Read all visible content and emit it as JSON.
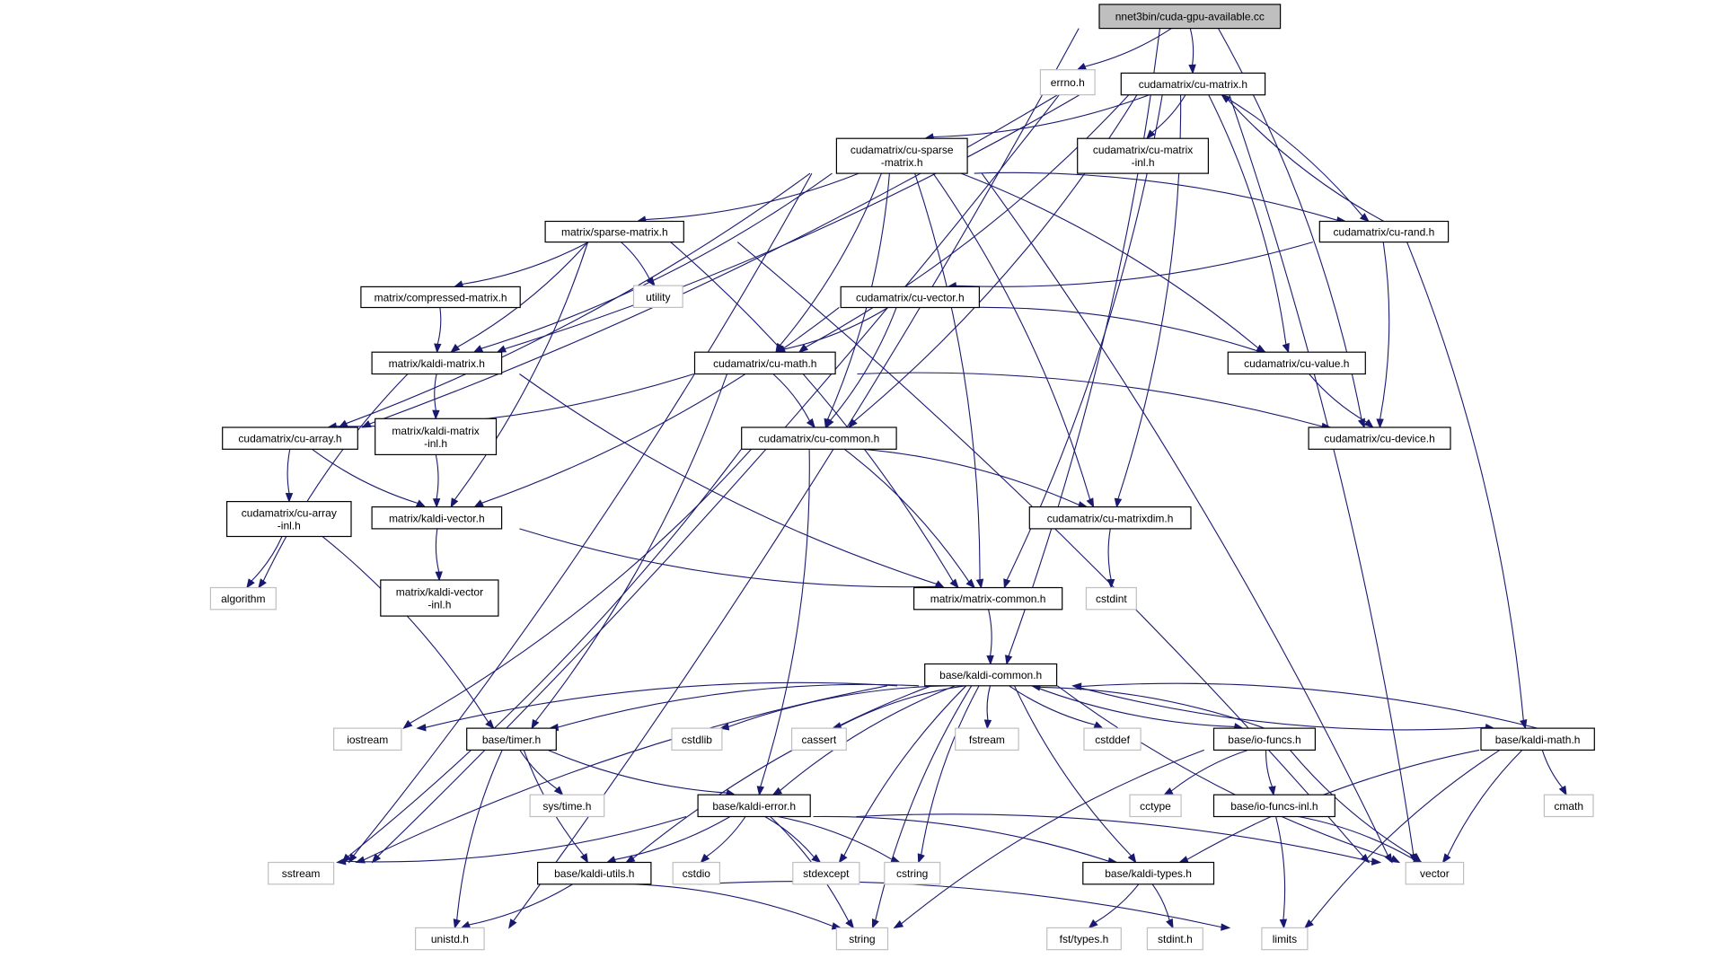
{
  "colors": {
    "edge": "#191970",
    "root_fill": "#bfbfbf",
    "node_border": "#000000",
    "system_border": "#bfbfbf",
    "background": "#ffffff",
    "text": "#000000"
  },
  "graph": {
    "root": "nnet3bin/cuda-gpu-available.cc",
    "nodes": [
      {
        "id": "root",
        "lines": [
          "nnet3bin/cuda-gpu-available.cc"
        ],
        "kind": "root"
      },
      {
        "id": "errno",
        "lines": [
          "errno.h"
        ],
        "kind": "system"
      },
      {
        "id": "cumatrix",
        "lines": [
          "cudamatrix/cu-matrix.h"
        ],
        "kind": "file"
      },
      {
        "id": "cusparse",
        "lines": [
          "cudamatrix/cu-sparse",
          "-matrix.h"
        ],
        "kind": "file"
      },
      {
        "id": "cumatrixinl",
        "lines": [
          "cudamatrix/cu-matrix",
          "-inl.h"
        ],
        "kind": "file"
      },
      {
        "id": "sparsematrix",
        "lines": [
          "matrix/sparse-matrix.h"
        ],
        "kind": "file"
      },
      {
        "id": "utility",
        "lines": [
          "utility"
        ],
        "kind": "system"
      },
      {
        "id": "curand",
        "lines": [
          "cudamatrix/cu-rand.h"
        ],
        "kind": "file"
      },
      {
        "id": "compressed",
        "lines": [
          "matrix/compressed-matrix.h"
        ],
        "kind": "file"
      },
      {
        "id": "cuvector",
        "lines": [
          "cudamatrix/cu-vector.h"
        ],
        "kind": "file"
      },
      {
        "id": "kaldimatrix",
        "lines": [
          "matrix/kaldi-matrix.h"
        ],
        "kind": "file"
      },
      {
        "id": "cumath",
        "lines": [
          "cudamatrix/cu-math.h"
        ],
        "kind": "file"
      },
      {
        "id": "cuvalue",
        "lines": [
          "cudamatrix/cu-value.h"
        ],
        "kind": "file"
      },
      {
        "id": "cuarray",
        "lines": [
          "cudamatrix/cu-array.h"
        ],
        "kind": "file"
      },
      {
        "id": "kaldimatrixinl",
        "lines": [
          "matrix/kaldi-matrix",
          "-inl.h"
        ],
        "kind": "file"
      },
      {
        "id": "cucommon",
        "lines": [
          "cudamatrix/cu-common.h"
        ],
        "kind": "file"
      },
      {
        "id": "cudevice",
        "lines": [
          "cudamatrix/cu-device.h"
        ],
        "kind": "file"
      },
      {
        "id": "cuarrayinl",
        "lines": [
          "cudamatrix/cu-array",
          "-inl.h"
        ],
        "kind": "file"
      },
      {
        "id": "kaldivector",
        "lines": [
          "matrix/kaldi-vector.h"
        ],
        "kind": "file"
      },
      {
        "id": "cumatrixdim",
        "lines": [
          "cudamatrix/cu-matrixdim.h"
        ],
        "kind": "file"
      },
      {
        "id": "algorithm",
        "lines": [
          "algorithm"
        ],
        "kind": "system"
      },
      {
        "id": "kaldivectorinl",
        "lines": [
          "matrix/kaldi-vector",
          "-inl.h"
        ],
        "kind": "file"
      },
      {
        "id": "matrixcommon",
        "lines": [
          "matrix/matrix-common.h"
        ],
        "kind": "file"
      },
      {
        "id": "cstdint",
        "lines": [
          "cstdint"
        ],
        "kind": "system"
      },
      {
        "id": "kaldicommon",
        "lines": [
          "base/kaldi-common.h"
        ],
        "kind": "file"
      },
      {
        "id": "iostream",
        "lines": [
          "iostream"
        ],
        "kind": "system"
      },
      {
        "id": "timer",
        "lines": [
          "base/timer.h"
        ],
        "kind": "file"
      },
      {
        "id": "cstdlib",
        "lines": [
          "cstdlib"
        ],
        "kind": "system"
      },
      {
        "id": "cassert",
        "lines": [
          "cassert"
        ],
        "kind": "system"
      },
      {
        "id": "fstream",
        "lines": [
          "fstream"
        ],
        "kind": "system"
      },
      {
        "id": "cstddef",
        "lines": [
          "cstddef"
        ],
        "kind": "system"
      },
      {
        "id": "iofuncs",
        "lines": [
          "base/io-funcs.h"
        ],
        "kind": "file"
      },
      {
        "id": "kaldimath",
        "lines": [
          "base/kaldi-math.h"
        ],
        "kind": "file"
      },
      {
        "id": "cctype",
        "lines": [
          "cctype"
        ],
        "kind": "system"
      },
      {
        "id": "cmath",
        "lines": [
          "cmath"
        ],
        "kind": "system"
      },
      {
        "id": "systime",
        "lines": [
          "sys/time.h"
        ],
        "kind": "system"
      },
      {
        "id": "kaldierror",
        "lines": [
          "base/kaldi-error.h"
        ],
        "kind": "file"
      },
      {
        "id": "iofuncsinl",
        "lines": [
          "base/io-funcs-inl.h"
        ],
        "kind": "file"
      },
      {
        "id": "sstream",
        "lines": [
          "sstream"
        ],
        "kind": "system"
      },
      {
        "id": "kaldiutils",
        "lines": [
          "base/kaldi-utils.h"
        ],
        "kind": "file"
      },
      {
        "id": "cstdio",
        "lines": [
          "cstdio"
        ],
        "kind": "system"
      },
      {
        "id": "stdexcept",
        "lines": [
          "stdexcept"
        ],
        "kind": "system"
      },
      {
        "id": "cstring",
        "lines": [
          "cstring"
        ],
        "kind": "system"
      },
      {
        "id": "kalditypes",
        "lines": [
          "base/kaldi-types.h"
        ],
        "kind": "file"
      },
      {
        "id": "vector",
        "lines": [
          "vector"
        ],
        "kind": "system"
      },
      {
        "id": "unistd",
        "lines": [
          "unistd.h"
        ],
        "kind": "system"
      },
      {
        "id": "string",
        "lines": [
          "string"
        ],
        "kind": "system"
      },
      {
        "id": "limits",
        "lines": [
          "limits"
        ],
        "kind": "system"
      },
      {
        "id": "fsttypes",
        "lines": [
          "fst/types.h"
        ],
        "kind": "system"
      },
      {
        "id": "stdint",
        "lines": [
          "stdint.h"
        ],
        "kind": "system"
      }
    ],
    "edges": [
      [
        "root",
        "errno"
      ],
      [
        "root",
        "cumatrix"
      ],
      [
        "root",
        "cudevice"
      ],
      [
        "root",
        "kaldicommon"
      ],
      [
        "root",
        "unistd"
      ],
      [
        "cumatrix",
        "cusparse"
      ],
      [
        "cumatrix",
        "cumatrixinl"
      ],
      [
        "cumatrix",
        "curand"
      ],
      [
        "cumatrix",
        "cuvalue"
      ],
      [
        "cumatrix",
        "cumatrixdim"
      ],
      [
        "cumatrix",
        "cucommon"
      ],
      [
        "cumatrix",
        "cumath"
      ],
      [
        "cumatrix",
        "kaldimatrix"
      ],
      [
        "cumatrix",
        "cuarray"
      ],
      [
        "cumatrix",
        "sstream"
      ],
      [
        "cumatrix",
        "vector"
      ],
      [
        "cumatrix",
        "matrixcommon"
      ],
      [
        "cusparse",
        "sparsematrix"
      ],
      [
        "cusparse",
        "curand"
      ],
      [
        "cusparse",
        "cuvalue"
      ],
      [
        "cusparse",
        "cumath"
      ],
      [
        "cusparse",
        "cucommon"
      ],
      [
        "cusparse",
        "cumatrixdim"
      ],
      [
        "cusparse",
        "matrixcommon"
      ],
      [
        "cusparse",
        "kaldimatrix"
      ],
      [
        "cusparse",
        "cuarray"
      ],
      [
        "cusparse",
        "sstream"
      ],
      [
        "cusparse",
        "vector"
      ],
      [
        "sparsematrix",
        "compressed"
      ],
      [
        "sparsematrix",
        "utility"
      ],
      [
        "sparsematrix",
        "kaldimatrix"
      ],
      [
        "sparsematrix",
        "kaldivector"
      ],
      [
        "sparsematrix",
        "matrixcommon"
      ],
      [
        "sparsematrix",
        "vector"
      ],
      [
        "curand",
        "cumatrix"
      ],
      [
        "curand",
        "cuvector"
      ],
      [
        "curand",
        "cudevice"
      ],
      [
        "curand",
        "kaldimath"
      ],
      [
        "compressed",
        "kaldimatrix"
      ],
      [
        "cuvector",
        "cumath"
      ],
      [
        "cuvector",
        "cucommon"
      ],
      [
        "cuvector",
        "cuvalue"
      ],
      [
        "cuvector",
        "kaldivector"
      ],
      [
        "kaldimatrix",
        "kaldimatrixinl"
      ],
      [
        "kaldimatrix",
        "matrixcommon"
      ],
      [
        "kaldimatrix",
        "algorithm"
      ],
      [
        "cumath",
        "cucommon"
      ],
      [
        "cumath",
        "cuarray"
      ],
      [
        "cumath",
        "cudevice"
      ],
      [
        "cumath",
        "timer"
      ],
      [
        "cuvalue",
        "cudevice"
      ],
      [
        "cuarray",
        "cuarrayinl"
      ],
      [
        "cuarray",
        "kaldivector"
      ],
      [
        "kaldimatrixinl",
        "kaldivector"
      ],
      [
        "cucommon",
        "cumatrixdim"
      ],
      [
        "cucommon",
        "matrixcommon"
      ],
      [
        "cucommon",
        "iostream"
      ],
      [
        "cucommon",
        "sstream"
      ],
      [
        "cucommon",
        "kaldierror"
      ],
      [
        "cuarrayinl",
        "algorithm"
      ],
      [
        "cuarrayinl",
        "timer"
      ],
      [
        "kaldivector",
        "kaldivectorinl"
      ],
      [
        "kaldivector",
        "matrixcommon"
      ],
      [
        "cumatrixdim",
        "cstdint"
      ],
      [
        "matrixcommon",
        "kaldicommon"
      ],
      [
        "kaldicommon",
        "iostream"
      ],
      [
        "kaldicommon",
        "timer"
      ],
      [
        "kaldicommon",
        "cstdlib"
      ],
      [
        "kaldicommon",
        "cassert"
      ],
      [
        "kaldicommon",
        "fstream"
      ],
      [
        "kaldicommon",
        "cstddef"
      ],
      [
        "kaldicommon",
        "iofuncs"
      ],
      [
        "kaldicommon",
        "kaldimath"
      ],
      [
        "kaldicommon",
        "kaldierror"
      ],
      [
        "kaldicommon",
        "kaldiutils"
      ],
      [
        "kaldicommon",
        "sstream"
      ],
      [
        "kaldicommon",
        "stdexcept"
      ],
      [
        "kaldicommon",
        "cstring"
      ],
      [
        "kaldicommon",
        "string"
      ],
      [
        "kaldicommon",
        "vector"
      ],
      [
        "kaldicommon",
        "kalditypes"
      ],
      [
        "iofuncs",
        "kaldicommon"
      ],
      [
        "iofuncs",
        "cctype"
      ],
      [
        "iofuncs",
        "iofuncsinl"
      ],
      [
        "iofuncs",
        "vector"
      ],
      [
        "iofuncs",
        "string"
      ],
      [
        "kaldimath",
        "kaldicommon"
      ],
      [
        "kaldimath",
        "cmath"
      ],
      [
        "kaldimath",
        "vector"
      ],
      [
        "kaldimath",
        "limits"
      ],
      [
        "kaldimath",
        "kalditypes"
      ],
      [
        "timer",
        "systime"
      ],
      [
        "timer",
        "kaldierror"
      ],
      [
        "timer",
        "kaldiutils"
      ],
      [
        "timer",
        "unistd"
      ],
      [
        "kaldierror",
        "sstream"
      ],
      [
        "kaldierror",
        "kaldiutils"
      ],
      [
        "kaldierror",
        "cstdio"
      ],
      [
        "kaldierror",
        "stdexcept"
      ],
      [
        "kaldierror",
        "cstring"
      ],
      [
        "kaldierror",
        "string"
      ],
      [
        "kaldierror",
        "kalditypes"
      ],
      [
        "kaldierror",
        "vector"
      ],
      [
        "iofuncsinl",
        "vector"
      ],
      [
        "iofuncsinl",
        "limits"
      ],
      [
        "kaldiutils",
        "unistd"
      ],
      [
        "kaldiutils",
        "string"
      ],
      [
        "kaldiutils",
        "limits"
      ],
      [
        "kalditypes",
        "fsttypes"
      ],
      [
        "kalditypes",
        "stdint"
      ]
    ]
  }
}
